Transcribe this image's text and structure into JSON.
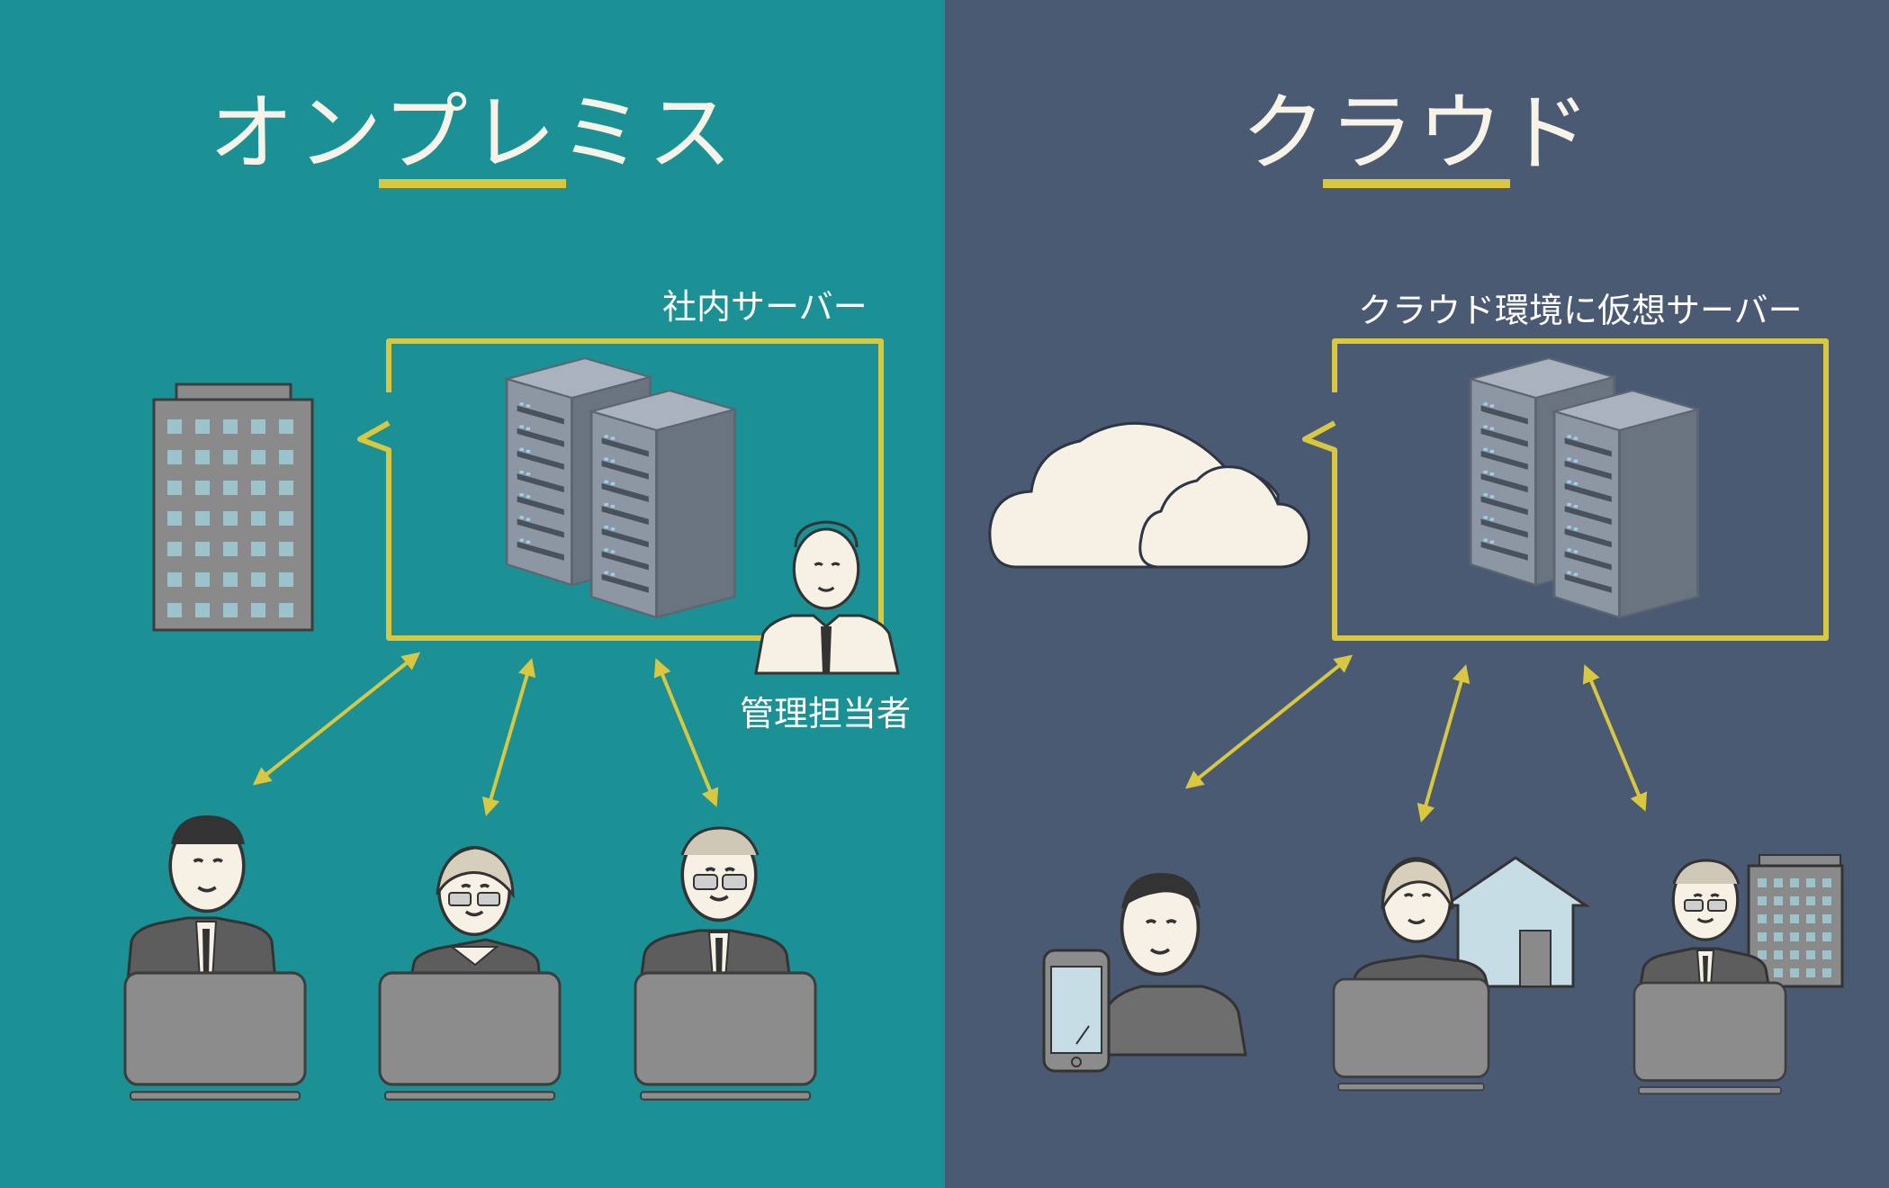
{
  "colors": {
    "onprem_bg": "#1b9195",
    "cloud_bg": "#4a5a73",
    "accent": "#d9c83f",
    "server": "#7b8694",
    "laptop": "#8a8a8a",
    "person_skin": "#f6f1e4",
    "cloud": "#f6f1e4"
  },
  "onprem": {
    "title": "オンプレミス",
    "server_label": "社内サーバー",
    "admin_label": "管理担当者",
    "icons": [
      "office-building-icon",
      "server-rack-icon",
      "admin-person-icon",
      "employee-laptop-icon"
    ]
  },
  "cloud": {
    "title": "クラウド",
    "server_label": "クラウド環境に仮想サーバー",
    "icons": [
      "cloud-icon",
      "server-rack-icon",
      "smartphone-user-icon",
      "home-worker-icon",
      "office-worker-icon"
    ]
  }
}
